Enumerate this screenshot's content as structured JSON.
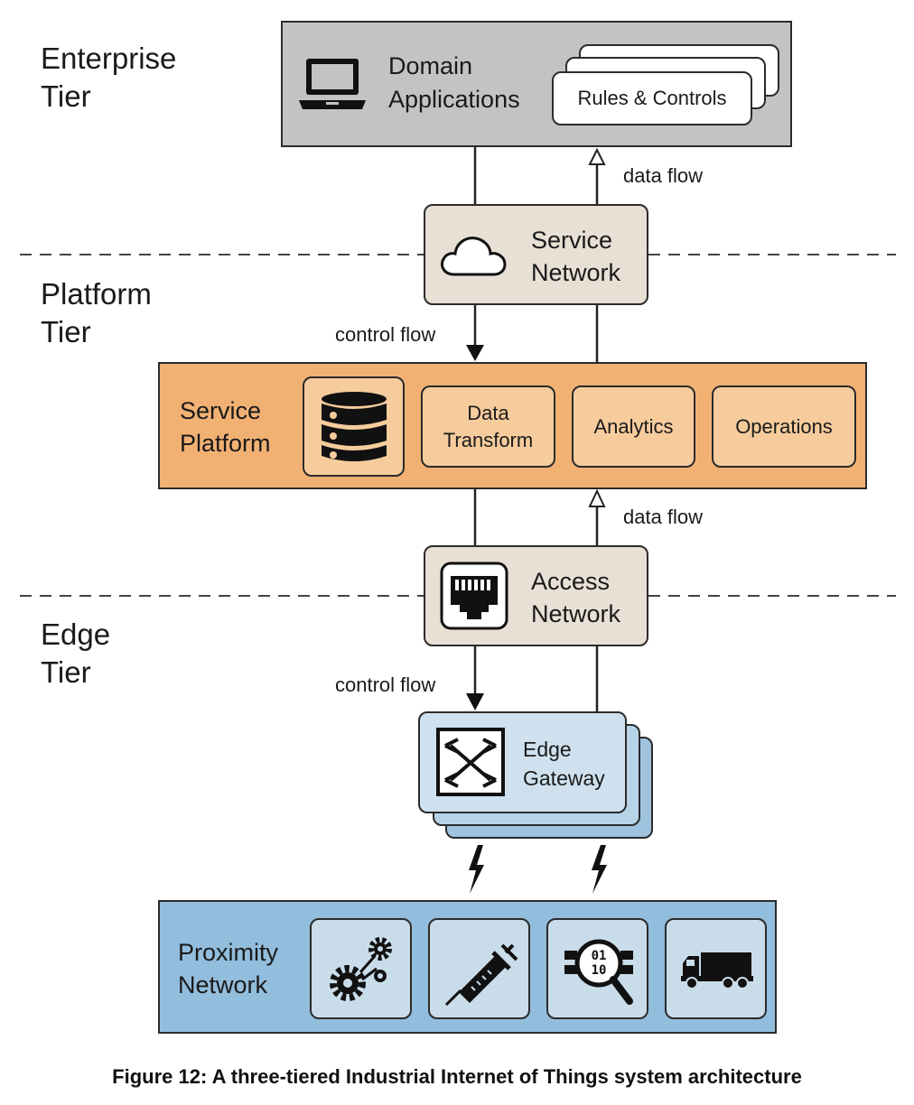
{
  "tiers": {
    "enterprise": "Enterprise\nTier",
    "platform": "Platform\nTier",
    "edge": "Edge\nTier"
  },
  "enterprise": {
    "domain_applications": "Domain\nApplications",
    "rules_controls": "Rules & Controls"
  },
  "service_network": {
    "label": "Service\nNetwork"
  },
  "service_platform": {
    "label": "Service\nPlatform",
    "modules": [
      "Data\nTransform",
      "Analytics",
      "Operations"
    ]
  },
  "access_network": {
    "label": "Access\nNetwork"
  },
  "edge_gateway": {
    "label": "Edge\nGateway"
  },
  "proximity_network": {
    "label": "Proximity\nNetwork",
    "binary_text": [
      "01",
      "10"
    ]
  },
  "flows": {
    "data_flow_top": "data flow",
    "control_flow_top": "control flow",
    "data_flow_bottom": "data flow",
    "control_flow_bottom": "control flow"
  },
  "caption": "Figure 12: A three-tiered Industrial Internet of Things system architecture",
  "colors": {
    "enterprise_fill": "#c3c3c3",
    "network_fill": "#e8dfd5",
    "platform_fill": "#f1b173",
    "platform_module_fill": "#f6cc9d",
    "gateway_fill": "#cfe1ee",
    "gateway_shadow": "#9fc3de",
    "proximity_fill": "#93bddc",
    "proximity_tile": "#c9dcea"
  }
}
